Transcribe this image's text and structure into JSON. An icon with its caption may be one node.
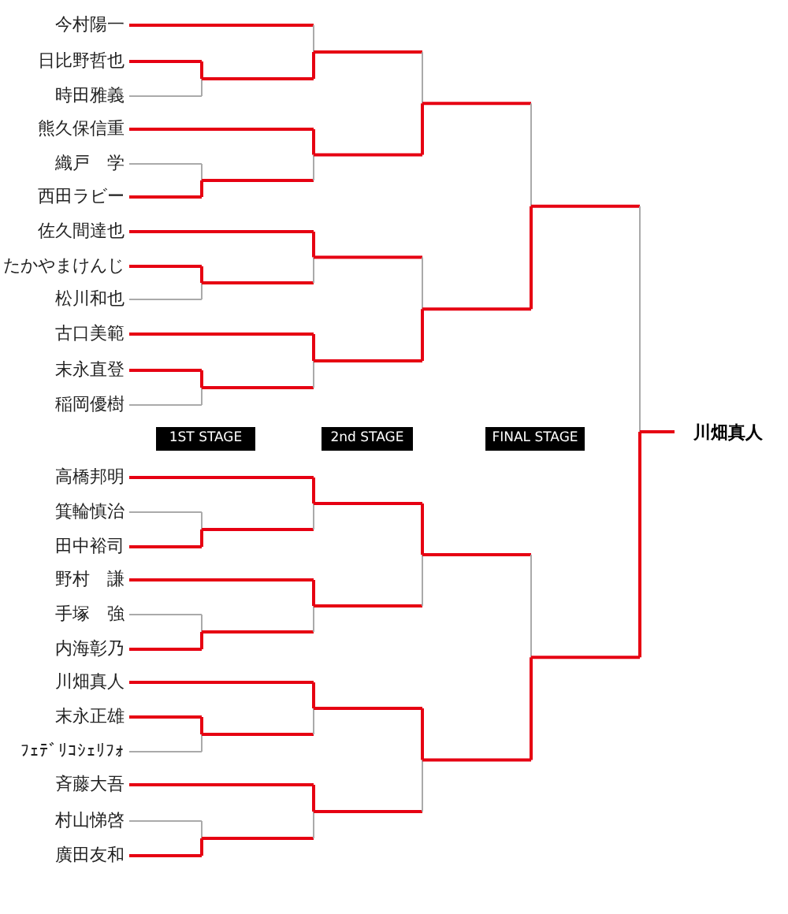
{
  "diagram": {
    "nodes": [
      {
        "text": [
          "今村陽一"
        ]
      },
      {
        "text": [
          "日比野哲也"
        ]
      },
      {
        "text": [
          "時田雅義"
        ]
      },
      {
        "text": [
          "熊久保信重"
        ]
      },
      {
        "text": [
          "織戸　学"
        ]
      },
      {
        "text": [
          "西田ラビー"
        ]
      },
      {
        "text": [
          "佐久間達也"
        ]
      },
      {
        "text": [
          "たかやまけんじ"
        ]
      },
      {
        "text": [
          "松川和也"
        ]
      },
      {
        "text": [
          "古口美範"
        ]
      },
      {
        "text": [
          "末永直登"
        ]
      },
      {
        "text": [
          "稲岡優樹"
        ]
      },
      {
        "text": [
          "1ST STAGE"
        ]
      },
      {
        "text": [
          "2nd STAGE"
        ]
      },
      {
        "text": [
          "FINAL STAGE"
        ]
      },
      {
        "text": [
          "川畑真人"
        ]
      },
      {
        "text": [
          "高橋邦明"
        ]
      },
      {
        "text": [
          "箕輪慎治"
        ]
      },
      {
        "text": [
          "田中裕司"
        ]
      },
      {
        "text": [
          "野村　謙"
        ]
      },
      {
        "text": [
          "手塚　強"
        ]
      },
      {
        "text": [
          "内海彰乃"
        ]
      },
      {
        "text": [
          "川畑真人"
        ]
      },
      {
        "text": [
          "末永正雄"
        ]
      },
      {
        "text": [
          "ﾌｪﾃﾞﾘｺｼｪﾘﾌｫ"
        ]
      },
      {
        "text": [
          "斉藤大吾"
        ]
      },
      {
        "text": [
          "村山悌啓"
        ]
      },
      {
        "text": [
          "廣田友和"
        ]
      }
    ]
  }
}
